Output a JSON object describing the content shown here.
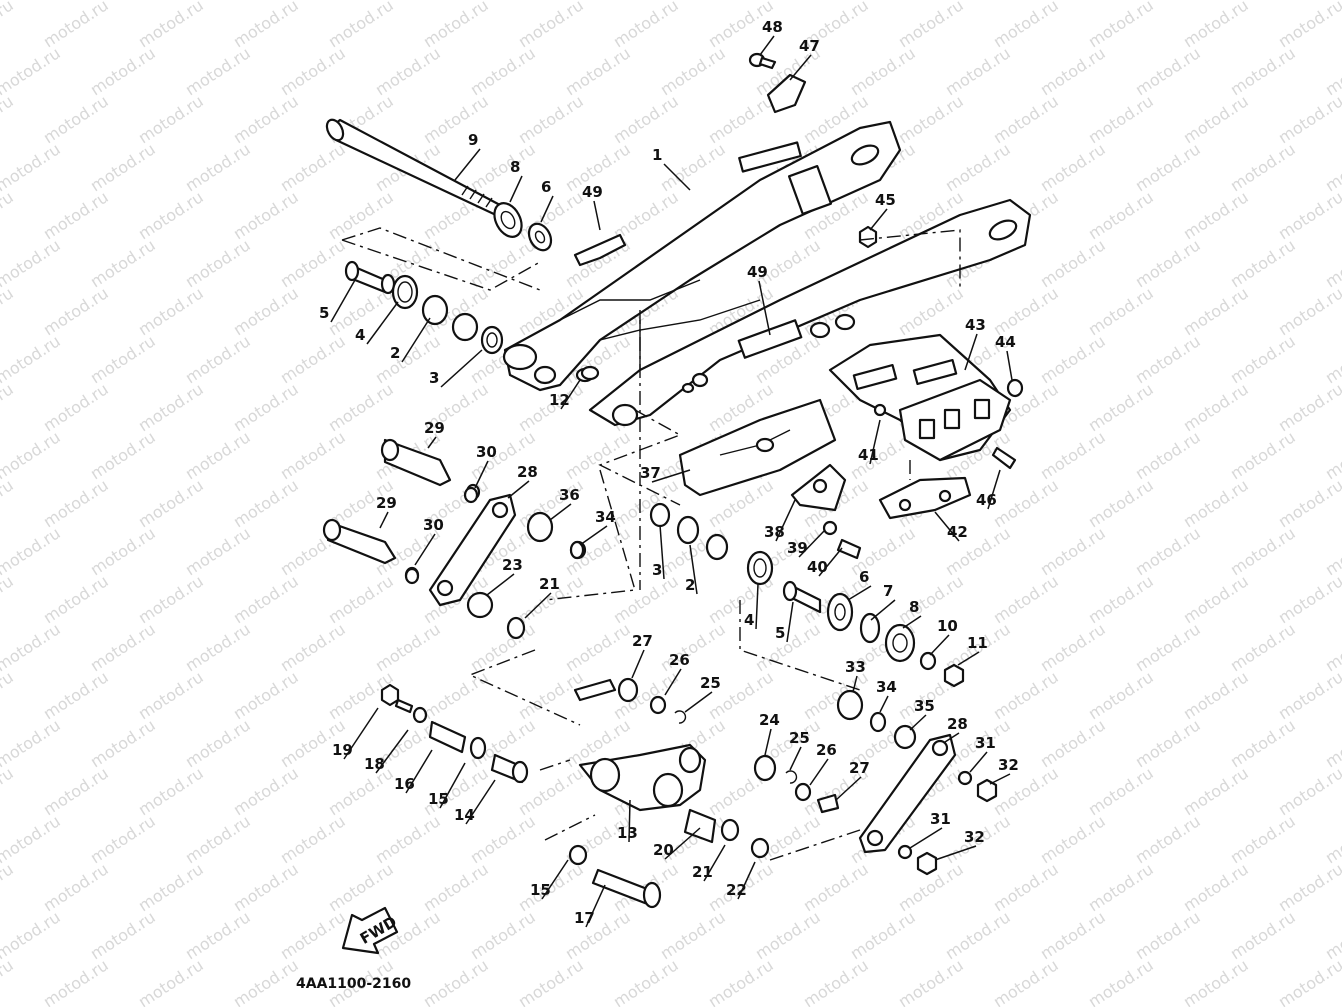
{
  "watermark": {
    "text": "motod.ru"
  },
  "drawing_code": "4AA1100-2160",
  "fwd_label": "FWD",
  "callouts": [
    {
      "id": "c1",
      "label": "1"
    },
    {
      "id": "c2a",
      "label": "2"
    },
    {
      "id": "c2b",
      "label": "2"
    },
    {
      "id": "c3a",
      "label": "3"
    },
    {
      "id": "c3b",
      "label": "3"
    },
    {
      "id": "c4a",
      "label": "4"
    },
    {
      "id": "c4b",
      "label": "4"
    },
    {
      "id": "c5a",
      "label": "5"
    },
    {
      "id": "c5b",
      "label": "5"
    },
    {
      "id": "c6a",
      "label": "6"
    },
    {
      "id": "c6b",
      "label": "6"
    },
    {
      "id": "c7",
      "label": "7"
    },
    {
      "id": "c8a",
      "label": "8"
    },
    {
      "id": "c8b",
      "label": "8"
    },
    {
      "id": "c9",
      "label": "9"
    },
    {
      "id": "c10",
      "label": "10"
    },
    {
      "id": "c11",
      "label": "11"
    },
    {
      "id": "c12",
      "label": "12"
    },
    {
      "id": "c13",
      "label": "13"
    },
    {
      "id": "c14",
      "label": "14"
    },
    {
      "id": "c15a",
      "label": "15"
    },
    {
      "id": "c15b",
      "label": "15"
    },
    {
      "id": "c16",
      "label": "16"
    },
    {
      "id": "c17",
      "label": "17"
    },
    {
      "id": "c18",
      "label": "18"
    },
    {
      "id": "c19",
      "label": "19"
    },
    {
      "id": "c20",
      "label": "20"
    },
    {
      "id": "c21a",
      "label": "21"
    },
    {
      "id": "c21b",
      "label": "21"
    },
    {
      "id": "c22",
      "label": "22"
    },
    {
      "id": "c23",
      "label": "23"
    },
    {
      "id": "c24",
      "label": "24"
    },
    {
      "id": "c25a",
      "label": "25"
    },
    {
      "id": "c25b",
      "label": "25"
    },
    {
      "id": "c26a",
      "label": "26"
    },
    {
      "id": "c26b",
      "label": "26"
    },
    {
      "id": "c27a",
      "label": "27"
    },
    {
      "id": "c27b",
      "label": "27"
    },
    {
      "id": "c28a",
      "label": "28"
    },
    {
      "id": "c28b",
      "label": "28"
    },
    {
      "id": "c29a",
      "label": "29"
    },
    {
      "id": "c29b",
      "label": "29"
    },
    {
      "id": "c30a",
      "label": "30"
    },
    {
      "id": "c30b",
      "label": "30"
    },
    {
      "id": "c31a",
      "label": "31"
    },
    {
      "id": "c31b",
      "label": "31"
    },
    {
      "id": "c32a",
      "label": "32"
    },
    {
      "id": "c32b",
      "label": "32"
    },
    {
      "id": "c33",
      "label": "33"
    },
    {
      "id": "c34a",
      "label": "34"
    },
    {
      "id": "c34b",
      "label": "34"
    },
    {
      "id": "c35",
      "label": "35"
    },
    {
      "id": "c36",
      "label": "36"
    },
    {
      "id": "c37",
      "label": "37"
    },
    {
      "id": "c38",
      "label": "38"
    },
    {
      "id": "c39",
      "label": "39"
    },
    {
      "id": "c40",
      "label": "40"
    },
    {
      "id": "c41",
      "label": "41"
    },
    {
      "id": "c42",
      "label": "42"
    },
    {
      "id": "c43",
      "label": "43"
    },
    {
      "id": "c44",
      "label": "44"
    },
    {
      "id": "c45",
      "label": "45"
    },
    {
      "id": "c46",
      "label": "46"
    },
    {
      "id": "c47",
      "label": "47"
    },
    {
      "id": "c48",
      "label": "48"
    },
    {
      "id": "c49a",
      "label": "49"
    },
    {
      "id": "c49b",
      "label": "49"
    }
  ]
}
